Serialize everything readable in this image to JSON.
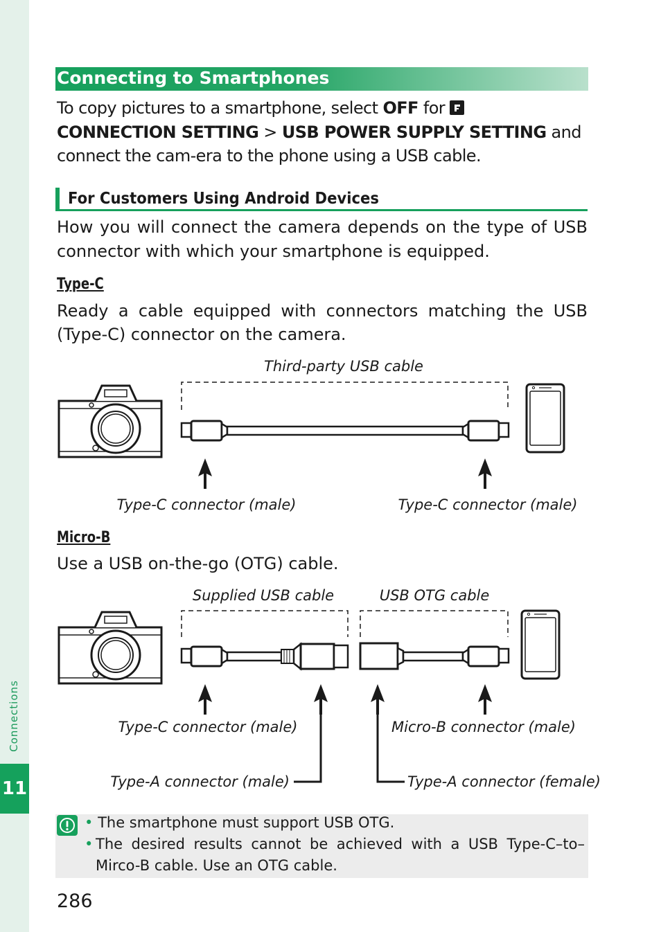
{
  "sidebar": {
    "section_label": "Connections",
    "chapter_number": "11"
  },
  "section": {
    "title": "Connecting to Smartphones"
  },
  "intro": {
    "text_1": "To copy pictures to a smartphone, select ",
    "off": "OFF",
    "text_2": " for ",
    "connection_setting": "CONNECTION SETTING",
    "separator": " > ",
    "usb_power_supply_setting": "USB POWER SUPPLY SETTING",
    "text_3": " and connect the cam-era to the phone using a USB cable."
  },
  "android": {
    "heading": "For Customers Using Android Devices",
    "line_1": "How you will connect the camera depends on the type of USB",
    "line_2": "connector with which your smartphone is equipped."
  },
  "type_c": {
    "heading": "Type-C",
    "line_1": "Ready a cable equipped with connectors matching the USB",
    "line_2": "(Type-C) connector on the camera.",
    "cable_label": "Third-party USB cable",
    "left_connector_label": "Type-C connector (male)",
    "right_connector_label": "Type-C connector (male)"
  },
  "micro_b": {
    "heading": "Micro-B",
    "line_1": "Use a USB on-the-go (OTG) cable.",
    "supplied_cable_label": "Supplied USB cable",
    "otg_cable_label": "USB OTG cable",
    "type_c_label": "Type-C connector (male)",
    "micro_b_label": "Micro-B connector (male)",
    "type_a_male_label": "Type-A connector (male)",
    "type_a_female_label": "Type-A connector (female)"
  },
  "note": {
    "icon": "caution-icon",
    "bullet_1": "The smartphone must support USB OTG.",
    "bullet_2_line_1": "The desired results cannot be achieved with a USB Type-C–to–",
    "bullet_2_line_2": "Mirco-B cable. Use an OTG cable."
  },
  "page_number": "286",
  "colors": {
    "accent": "#16a05c",
    "side_tab": "#e4f1ea",
    "note_bg": "#ececec"
  }
}
